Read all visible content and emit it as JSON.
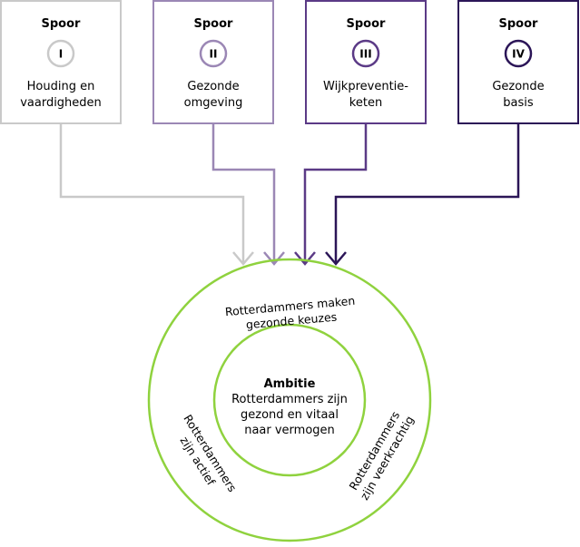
{
  "colors": {
    "track1": "#c9c9c9",
    "track2": "#9b87b5",
    "track3": "#5b3a86",
    "track4": "#2b1557",
    "ring": "#8fd23e",
    "text": "#000000"
  },
  "tracks": [
    {
      "title": "Spoor",
      "numeral": "I",
      "line1": "Houding en",
      "line2": "vaardigheden"
    },
    {
      "title": "Spoor",
      "numeral": "II",
      "line1": "Gezonde",
      "line2": "omgeving"
    },
    {
      "title": "Spoor",
      "numeral": "III",
      "line1": "Wijkpreventie-",
      "line2": "keten"
    },
    {
      "title": "Spoor",
      "numeral": "IV",
      "line1": "Gezonde",
      "line2": "basis"
    }
  ],
  "ambition": {
    "title": "Ambitie",
    "line1": "Rotterdammers zijn",
    "line2": "gezond en vitaal",
    "line3": "naar vermogen"
  },
  "ring_labels": {
    "top": {
      "line1": "Rotterdammers maken",
      "line2": "gezonde keuzes"
    },
    "left": {
      "line1": "Rotterdammers",
      "line2": "zijn actief"
    },
    "right": {
      "line1": "Rotterdammers",
      "line2": "zijn veerkrachtig"
    }
  }
}
